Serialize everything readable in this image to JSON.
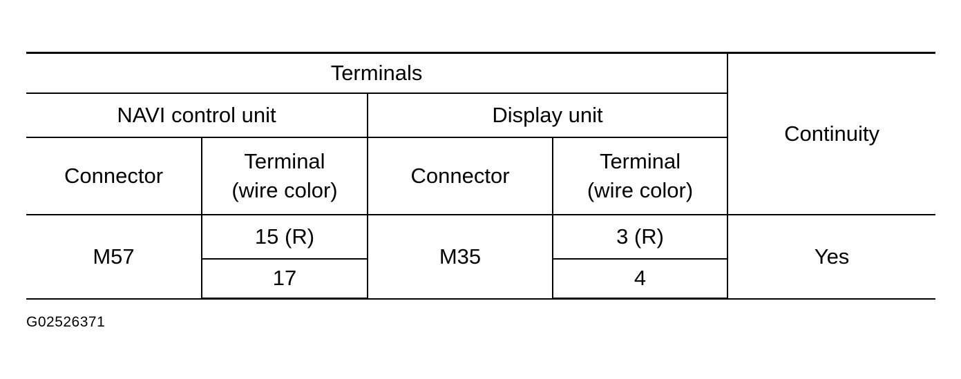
{
  "table": {
    "header_group": "Terminals",
    "continuity_header": "Continuity",
    "navi_unit_header": "NAVI control unit",
    "display_unit_header": "Display unit",
    "navi_connector_header": "Connector",
    "navi_terminal_header_line1": "Terminal",
    "navi_terminal_header_line2": "(wire color)",
    "display_connector_header": "Connector",
    "display_terminal_header_line1": "Terminal",
    "display_terminal_header_line2": "(wire color)",
    "navi_connector": "M57",
    "navi_terminals": [
      "15 (R)",
      "17"
    ],
    "display_connector": "M35",
    "display_terminals": [
      "3 (R)",
      "4"
    ],
    "continuity": "Yes"
  },
  "figure_id": "G02526371"
}
